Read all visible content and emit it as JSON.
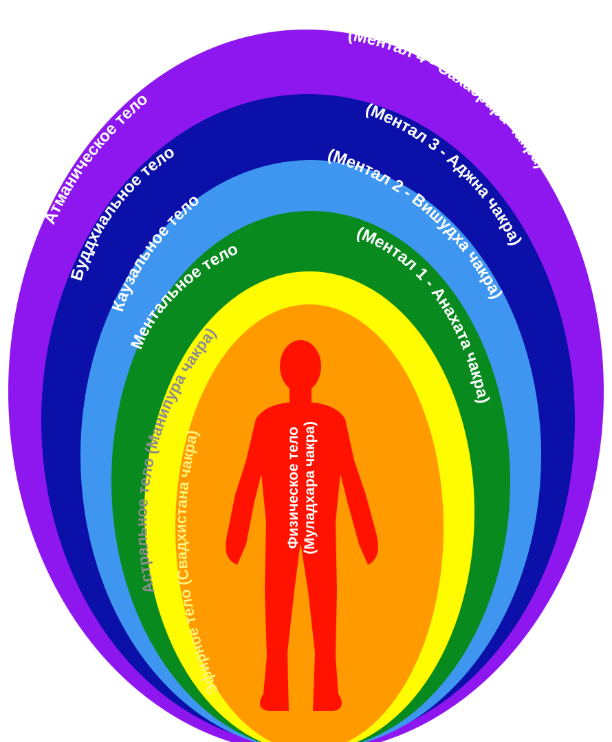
{
  "layers": [
    {
      "id": "atmanic",
      "color": "#8e17ef",
      "left_label": "Атманическое тело",
      "right_label": "(Ментал 4 - Сахасрара чакра)"
    },
    {
      "id": "buddhic",
      "color": "#0a10a8",
      "left_label": "Буддхиальное тело",
      "right_label": "(Ментал 3 - Аджна чакра)"
    },
    {
      "id": "causal",
      "color": "#3f96f0",
      "left_label": "Каузальное тело",
      "right_label": "(Ментал 2 - Вишудха чакра)"
    },
    {
      "id": "mental",
      "color": "#088a1e",
      "left_label": "Ментальное тело",
      "right_label": "(Ментал 1 - Анахата чакра)"
    },
    {
      "id": "astral",
      "color": "#fffb00",
      "text_color": "#8d8d8d",
      "left_label": "Астральное тело (Манипура чакра)"
    },
    {
      "id": "etheric",
      "color": "#ff9a00",
      "text_color": "#fff27a",
      "left_label": "Эфирное тело (Свадхистана чакра)"
    }
  ],
  "physical": {
    "color": "#ff1200",
    "label_line1": "Физическое тело",
    "label_line2": "(Муладхара чакра)"
  }
}
